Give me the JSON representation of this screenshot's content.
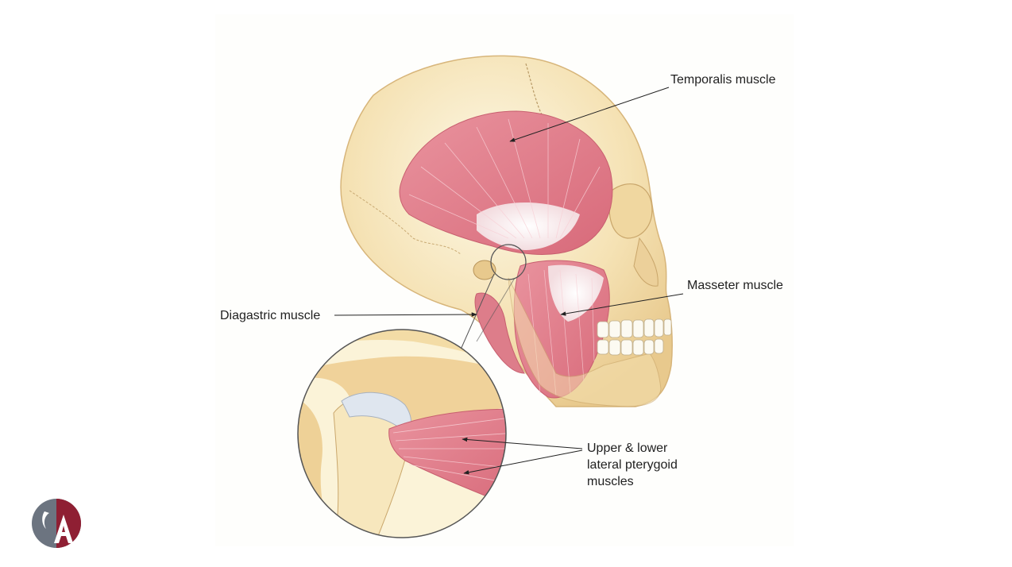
{
  "labels": {
    "temporalis": "Temporalis muscle",
    "masseter": "Masseter muscle",
    "diagastric": "Diagastric muscle",
    "pterygoid_line1": "Upper & lower",
    "pterygoid_line2": "lateral pterygoid",
    "pterygoid_line3": "muscles"
  },
  "colors": {
    "bone": "#f3dfae",
    "bone_light": "#fbf3d8",
    "muscle": "#e07f8c",
    "muscle_dark": "#c85f6f",
    "tendon": "#f7f0ec",
    "logo_gray": "#6c7480",
    "logo_red": "#8f1f33"
  }
}
